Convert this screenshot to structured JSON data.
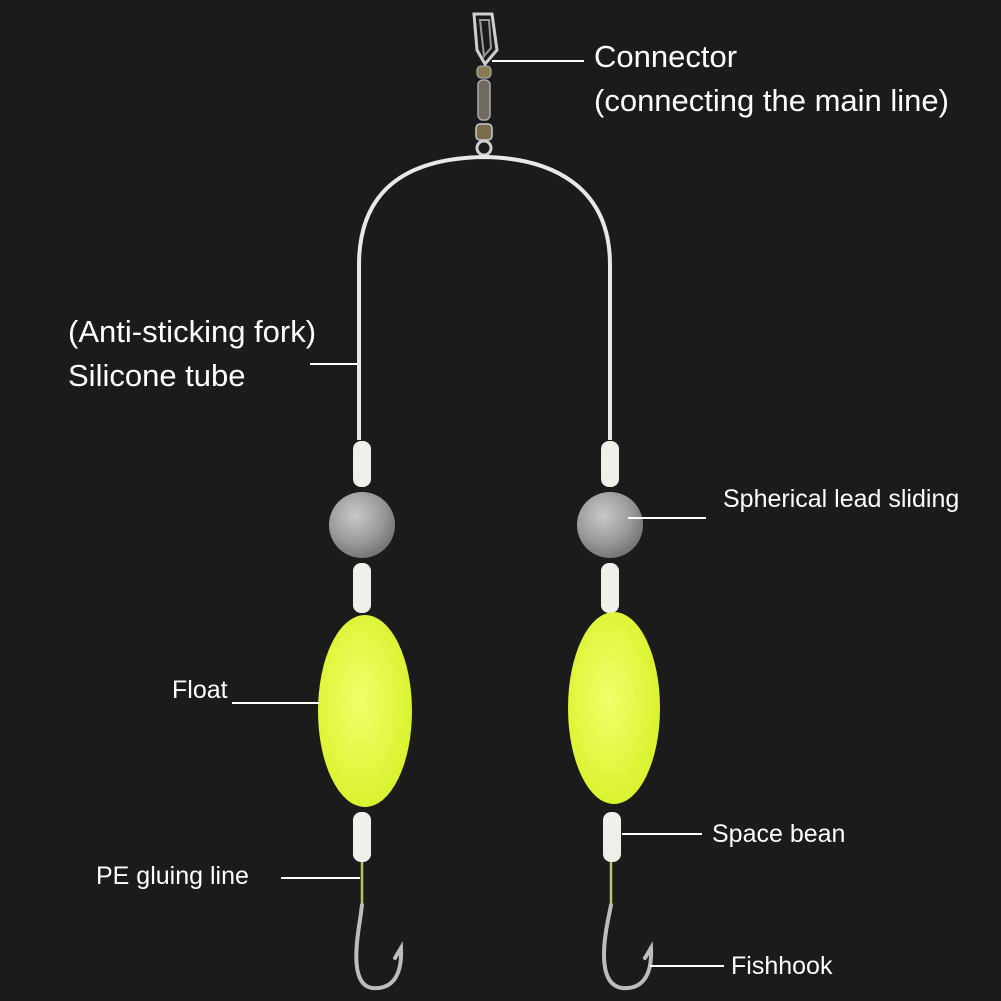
{
  "labels": {
    "connector_line1": "Connector",
    "connector_line2": "(connecting the main line)",
    "tube_line1": "(Anti-sticking fork)",
    "tube_line2": "Silicone tube",
    "spherical_lead": "Spherical lead sliding",
    "float": "Float",
    "space_bean": "Space bean",
    "pe_line": "PE gluing line",
    "fishhook": "Fishhook"
  },
  "colors": {
    "background": "#1b1b1b",
    "float": "#e6ff3c",
    "lead": "#9a9a9a",
    "bead": "#f0f0ea",
    "wire": "#d9d9d9",
    "text": "#ffffff"
  }
}
